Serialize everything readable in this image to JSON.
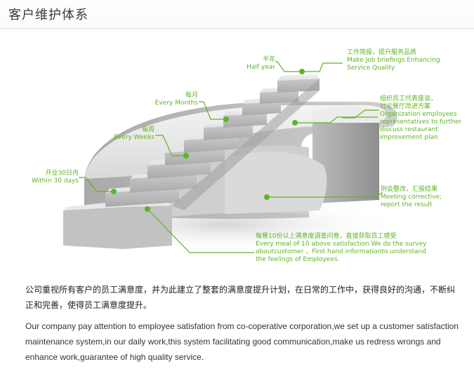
{
  "header": {
    "title": "客户维护体系"
  },
  "diagram": {
    "accent_color": "#5db523",
    "callouts": {
      "half_year": {
        "zh": "半年",
        "en": "Half year"
      },
      "every_month": {
        "zh": "每月",
        "en": "Every Months"
      },
      "every_week": {
        "zh": "每周",
        "en": "Every Weeks"
      },
      "within_30_days": {
        "zh": "开业30日内",
        "en": "Within 30 days"
      },
      "work_briefing": {
        "zh": "工作简报，提升服务品质",
        "en": [
          "Make Job briefings Enhancing",
          "Service Quality"
        ]
      },
      "staff_meeting": {
        "zh": "组织员工代表座谈，",
        "zh2": "讨论餐厅改进方案",
        "en": [
          "Organization employees",
          "representatives to further",
          "discuss restaurant",
          "improvement plan"
        ]
      },
      "regular_rectify": {
        "zh": "例会整改，汇报结果",
        "en": [
          "Meeting corrective;",
          "report the result"
        ]
      },
      "survey": {
        "zh": "每餐10份以上满意度调查问卷，直接获取员工感受",
        "en": [
          "Every meal of 10 above satisfaction We do the survey",
          "aboutcustomer ，First hand informationto understand",
          "the feelings of Employees."
        ]
      }
    }
  },
  "body_text": {
    "zh": "公司重视所有客户的员工满意度，并为此建立了整套的满意度提升计划，在日常的工作中，获得良好的沟通，不断纠正和完善，使得员工满意度提升。",
    "en": "Our company pay attention to employee satisfation from co-coperative corporation,we set up a customer satisfaction maintenance system,in our daily work,this system facilitating good communication,make us redress wrongs and enhance work,guarantee of high quality service."
  }
}
